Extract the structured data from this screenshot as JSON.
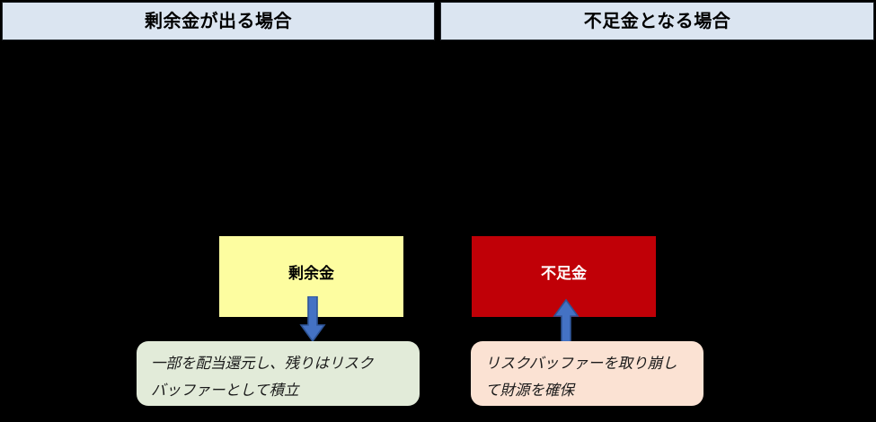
{
  "headers": {
    "left": "剰余金が出る場合",
    "right": "不足金となる場合"
  },
  "blocks": {
    "surplus": {
      "label": "剰余金",
      "fill": "#fdfda0",
      "text_color": "#000000"
    },
    "deficit": {
      "label": "不足金",
      "fill": "#c00007",
      "text_color": "#ffffff"
    }
  },
  "arrows": {
    "left": {
      "name": "down-arrow",
      "direction": "down",
      "color": "#4472c4",
      "border_color": "#2e5496"
    },
    "right": {
      "name": "up-arrow",
      "direction": "up",
      "color": "#4472c4",
      "border_color": "#2e5496"
    }
  },
  "callouts": {
    "left": {
      "text": "一部を配当還元し、残りはリスク\nバッファーとして積立",
      "fill": "#e2ebd9"
    },
    "right": {
      "text": "リスクバッファーを取り崩し\nて財源を確保",
      "fill": "#fbe2d3"
    }
  },
  "theme": {
    "background": "#000000",
    "header_fill": "#dbe5f1",
    "header_border": "#20252b"
  }
}
